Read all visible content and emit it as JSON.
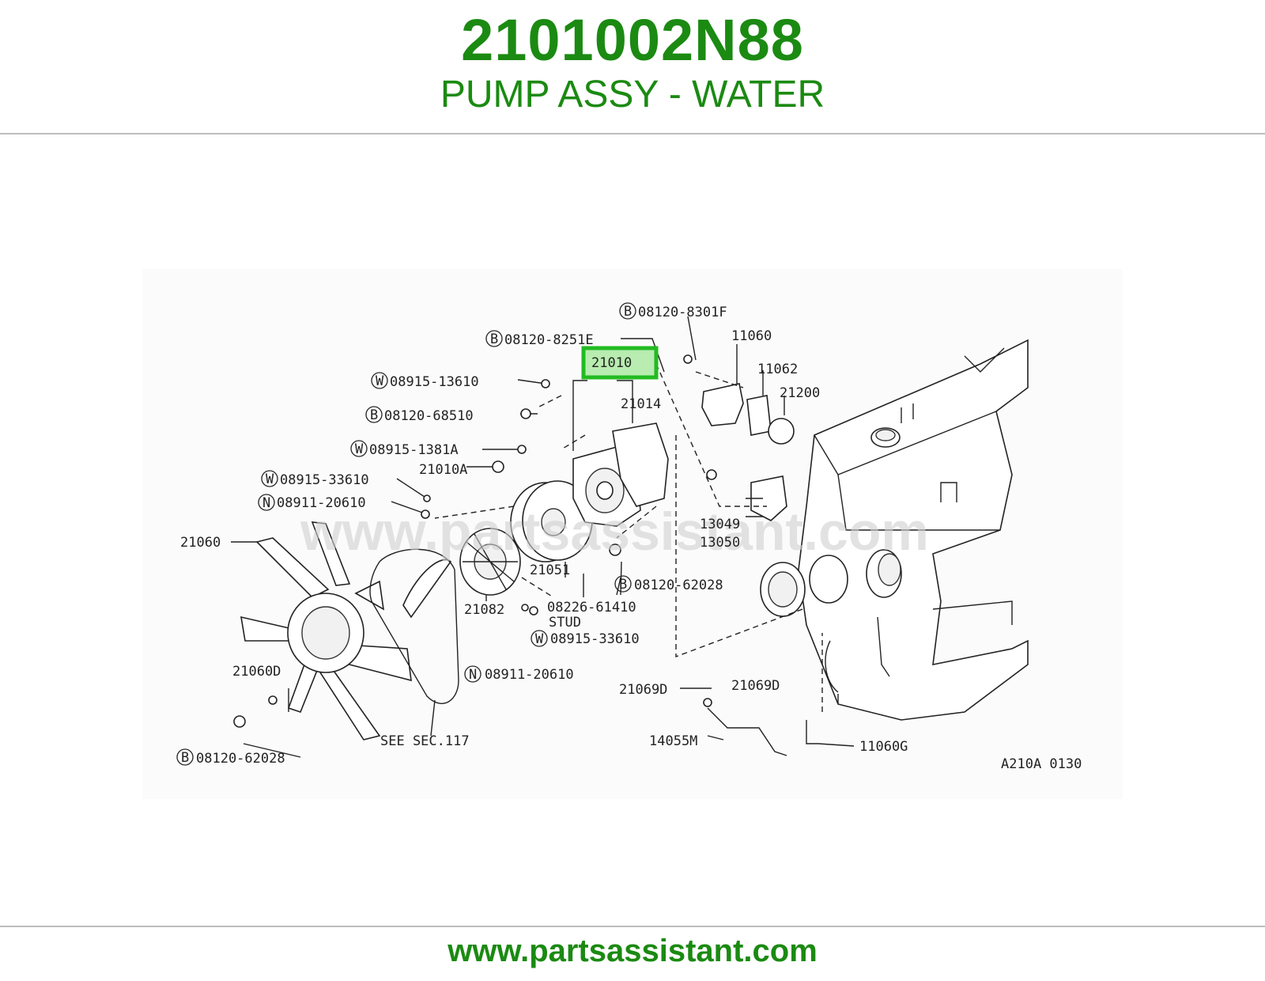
{
  "header": {
    "part_number": "2101002N88",
    "description": "PUMP ASSY - WATER"
  },
  "footer": {
    "url": "www.partsassistant.com"
  },
  "diagram": {
    "watermark": "www.partsassistant.com",
    "figure_code": "A210A 0130",
    "highlight_color": "#22bb22",
    "brand_color": "#1b8a12",
    "highlighted_part": "21010",
    "callouts": {
      "b_0812_8301f": "08120-8301F",
      "p_11060": "11060",
      "b_0812_8251e": "08120-8251E",
      "p_21010": "21010",
      "p_11062": "11062",
      "w_08915_13610": "08915-13610",
      "p_21200": "21200",
      "p_21014": "21014",
      "b_08120_68510": "08120-68510",
      "w_08915_1381a": "08915-1381A",
      "p_21010a": "21010A",
      "w_08915_33610_a": "08915-33610",
      "n_08911_20610_a": "08911-20610",
      "p_21060": "21060",
      "p_13049": "13049",
      "p_13050": "13050",
      "p_21051": "21051",
      "b_08120_62028_a": "08120-62028",
      "p_21082": "21082",
      "p_08226_61410": "08226-61410",
      "stud": "STUD",
      "w_08915_33610_b": "08915-33610",
      "p_21060d": "21060D",
      "n_08911_20610_b": "08911-20610",
      "p_21069d_a": "21069D",
      "p_21069d_b": "21069D",
      "p_14055m": "14055M",
      "p_11060g": "11060G",
      "see_sec": "SEE SEC.117",
      "b_08120_62028_b": "08120-62028"
    },
    "symbols": {
      "bolt": "B",
      "washer": "W",
      "nut": "N"
    }
  }
}
